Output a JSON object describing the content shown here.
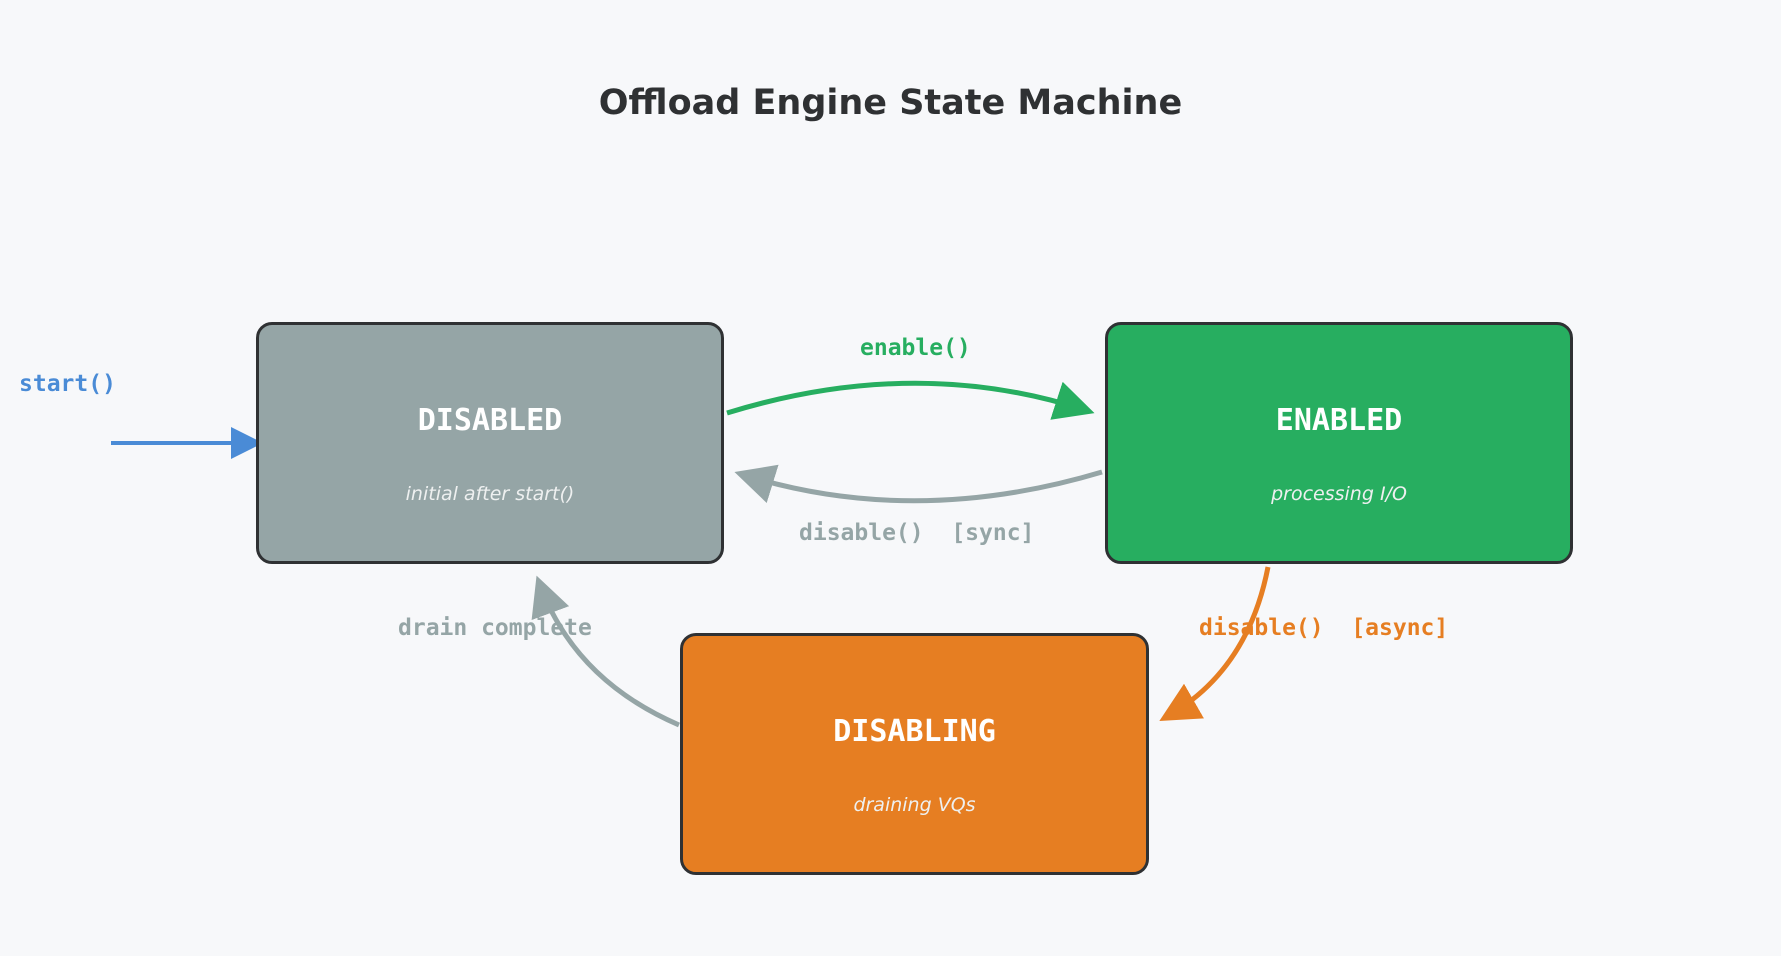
{
  "title": "Offload Engine State Machine",
  "colors": {
    "disabled": "#95a5a6",
    "enabled": "#27ae60",
    "disabling": "#e67e22",
    "start": "#4a8bd6",
    "border": "#2f3133",
    "background": "#f7f8fa"
  },
  "states": {
    "disabled": {
      "name": "DISABLED",
      "desc": "initial after start()"
    },
    "enabled": {
      "name": "ENABLED",
      "desc": "processing I/O"
    },
    "disabling": {
      "name": "DISABLING",
      "desc": "draining VQs"
    }
  },
  "transitions": {
    "start": "start()",
    "enable": "enable()",
    "disable_sync": "disable()  [sync]",
    "disable_async": "disable()  [async]",
    "drain_complete": "drain complete"
  }
}
